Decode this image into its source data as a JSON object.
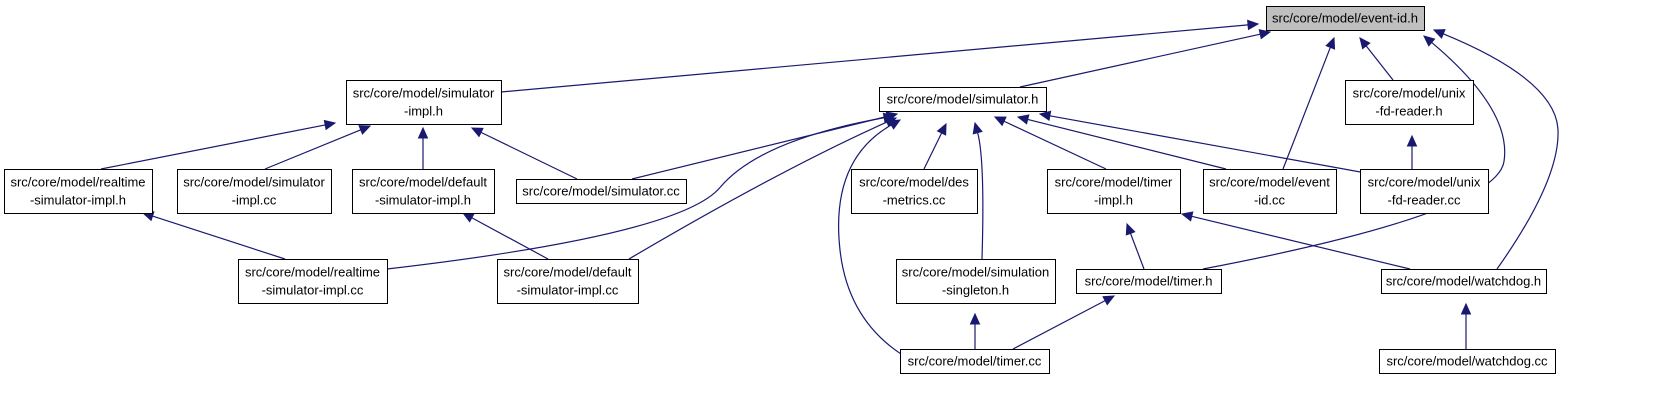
{
  "colors": {
    "edge": "#191970",
    "root_fill": "#bfbfbf",
    "node_fill": "#ffffff",
    "border": "#000000"
  },
  "nodes": [
    {
      "id": "event-id-h",
      "lines": [
        "src/core/model/event-id.h"
      ],
      "root": true
    },
    {
      "id": "simulator-impl-h",
      "lines": [
        "src/core/model/simulator",
        "-impl.h"
      ]
    },
    {
      "id": "simulator-h",
      "lines": [
        "src/core/model/simulator.h"
      ]
    },
    {
      "id": "unix-fd-reader-h",
      "lines": [
        "src/core/model/unix",
        "-fd-reader.h"
      ]
    },
    {
      "id": "realtime-simulator-impl-h",
      "lines": [
        "src/core/model/realtime",
        "-simulator-impl.h"
      ]
    },
    {
      "id": "simulator-impl-cc",
      "lines": [
        "src/core/model/simulator",
        "-impl.cc"
      ]
    },
    {
      "id": "default-simulator-impl-h",
      "lines": [
        "src/core/model/default",
        "-simulator-impl.h"
      ]
    },
    {
      "id": "simulator-cc",
      "lines": [
        "src/core/model/simulator.cc"
      ]
    },
    {
      "id": "des-metrics-cc",
      "lines": [
        "src/core/model/des",
        "-metrics.cc"
      ]
    },
    {
      "id": "timer-impl-h",
      "lines": [
        "src/core/model/timer",
        "-impl.h"
      ]
    },
    {
      "id": "event-id-cc",
      "lines": [
        "src/core/model/event",
        "-id.cc"
      ]
    },
    {
      "id": "unix-fd-reader-cc",
      "lines": [
        "src/core/model/unix",
        "-fd-reader.cc"
      ]
    },
    {
      "id": "realtime-simulator-impl-cc",
      "lines": [
        "src/core/model/realtime",
        "-simulator-impl.cc"
      ]
    },
    {
      "id": "default-simulator-impl-cc",
      "lines": [
        "src/core/model/default",
        "-simulator-impl.cc"
      ]
    },
    {
      "id": "simulation-singleton-h",
      "lines": [
        "src/core/model/simulation",
        "-singleton.h"
      ]
    },
    {
      "id": "timer-h",
      "lines": [
        "src/core/model/timer.h"
      ]
    },
    {
      "id": "watchdog-h",
      "lines": [
        "src/core/model/watchdog.h"
      ]
    },
    {
      "id": "timer-cc",
      "lines": [
        "src/core/model/timer.cc"
      ]
    },
    {
      "id": "watchdog-cc",
      "lines": [
        "src/core/model/watchdog.cc"
      ]
    }
  ],
  "edges": [
    {
      "from": "simulator-impl-h",
      "to": "event-id-h"
    },
    {
      "from": "simulator-h",
      "to": "event-id-h"
    },
    {
      "from": "unix-fd-reader-h",
      "to": "event-id-h"
    },
    {
      "from": "event-id-cc",
      "to": "event-id-h"
    },
    {
      "from": "timer-h",
      "to": "event-id-h"
    },
    {
      "from": "watchdog-h",
      "to": "event-id-h"
    },
    {
      "from": "realtime-simulator-impl-h",
      "to": "simulator-impl-h"
    },
    {
      "from": "simulator-impl-cc",
      "to": "simulator-impl-h"
    },
    {
      "from": "default-simulator-impl-h",
      "to": "simulator-impl-h"
    },
    {
      "from": "simulator-cc",
      "to": "simulator-impl-h"
    },
    {
      "from": "simulator-cc",
      "to": "simulator-h"
    },
    {
      "from": "realtime-simulator-impl-cc",
      "to": "simulator-h"
    },
    {
      "from": "default-simulator-impl-cc",
      "to": "simulator-h"
    },
    {
      "from": "des-metrics-cc",
      "to": "simulator-h"
    },
    {
      "from": "simulation-singleton-h",
      "to": "simulator-h"
    },
    {
      "from": "timer-cc",
      "to": "simulator-h"
    },
    {
      "from": "timer-impl-h",
      "to": "simulator-h"
    },
    {
      "from": "event-id-cc",
      "to": "simulator-h"
    },
    {
      "from": "unix-fd-reader-cc",
      "to": "simulator-h"
    },
    {
      "from": "unix-fd-reader-cc",
      "to": "unix-fd-reader-h"
    },
    {
      "from": "realtime-simulator-impl-cc",
      "to": "realtime-simulator-impl-h"
    },
    {
      "from": "default-simulator-impl-cc",
      "to": "default-simulator-impl-h"
    },
    {
      "from": "timer-h",
      "to": "timer-impl-h"
    },
    {
      "from": "watchdog-h",
      "to": "timer-impl-h"
    },
    {
      "from": "timer-cc",
      "to": "simulation-singleton-h"
    },
    {
      "from": "timer-cc",
      "to": "timer-h"
    },
    {
      "from": "watchdog-cc",
      "to": "watchdog-h"
    }
  ]
}
